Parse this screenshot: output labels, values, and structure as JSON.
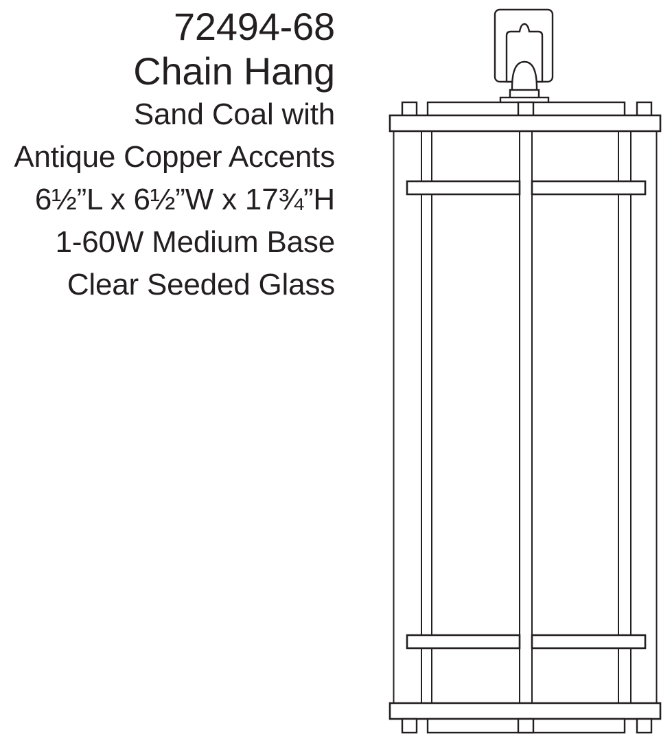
{
  "product": {
    "sku": "72494-68",
    "name": "Chain Hang",
    "finish_line1": "Sand Coal with",
    "finish_line2": "Antique Copper Accents",
    "dimensions": "6½”L x 6½”W x 17¾”H",
    "lamping": "1-60W Medium Base",
    "glass": "Clear Seeded Glass"
  },
  "illustration": {
    "label": "outdoor-lantern-line-drawing",
    "parts": {
      "hanger_loop": "chain-hang-loop",
      "swivel_ball": "swivel-ball-joint",
      "canopy_plate": "canopy-plate",
      "top_cap": "top-cap-band",
      "top_finials": "top-finial-posts",
      "cage_bars": "vertical-cage-bars",
      "upper_band": "upper-accent-band",
      "lower_band": "lower-accent-band",
      "bottom_cap": "bottom-cap-band",
      "bottom_finials": "bottom-finial-posts"
    }
  },
  "colors": {
    "ink": "#231f20",
    "paper": "#ffffff"
  }
}
